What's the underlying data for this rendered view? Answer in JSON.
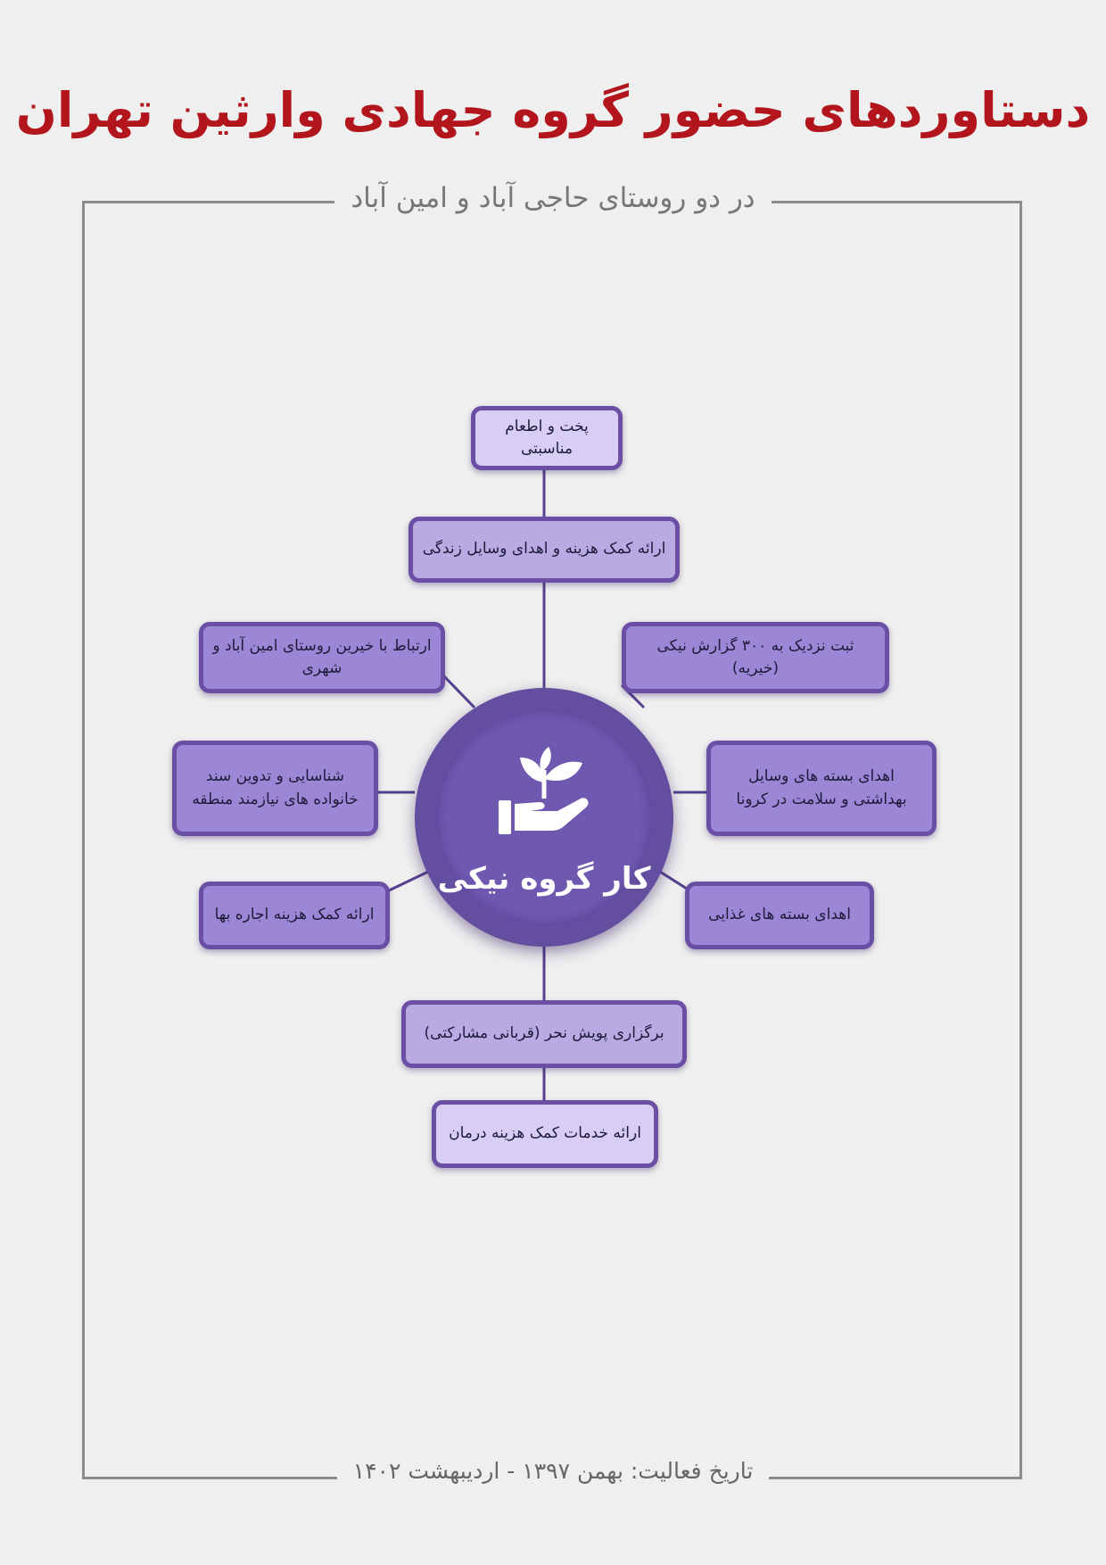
{
  "title": "دستاوردهای حضور گروه جهادی وارثین تهران",
  "subtitle": "در دو روستای حاجی آباد و امین آباد",
  "center_label": "کار گروه نیکی",
  "center_icon": "hand-with-sprout-icon",
  "activities": {
    "cooking": "پخت و اطعام مناسبتی",
    "living_support": "ارائه کمک هزینه و اهدای وسایل زندگی",
    "benefactors": "ارتباط با خیرین روستای امین آباد و شهری",
    "good_reports": "ثبت نزدیک به ۳۰۰ گزارش نیکی (خیریه)",
    "identify_needy": "شناسایی و تدوین سند خانواده های نیازمند منطقه",
    "hygiene_packages": "اهدای بسته های وسایل بهداشتی و سلامت در کرونا",
    "rent_support": "ارائه کمک هزینه اجاره بها",
    "food_packages": "اهدای بسته های غذایی",
    "sacrifice_campaign": "برگزاری پویش نحر (قربانی مشارکتی)",
    "treatment_support": "ارائه خدمات کمک هزینه درمان"
  },
  "footer": "تاریخ فعالیت: بهمن ۱۳۹۷ - اردیبهشت ۱۴۰۲",
  "colors": {
    "title": "#b3151c",
    "frame": "#8c8c8c",
    "hub": "#634ea0",
    "box_border": "#6a4fa4",
    "box_light": "#d8cdf2",
    "box_mid": "#b9aae4",
    "box_dark": "#9c86d6"
  }
}
